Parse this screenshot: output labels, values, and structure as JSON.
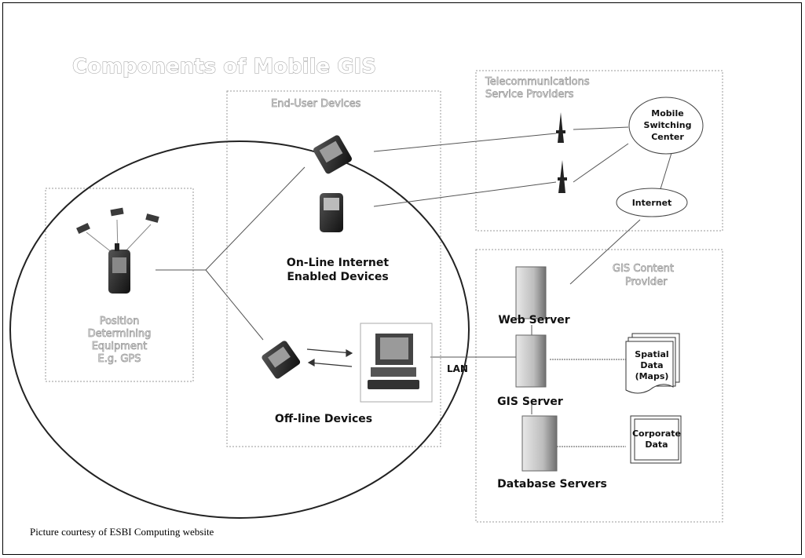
{
  "diagram": {
    "title": "Components of Mobile GIS",
    "groups": {
      "end_user": "End-User Devices",
      "telecom": [
        "Telecommunications",
        "Service Providers"
      ],
      "content": [
        "GIS Content",
        "Provider"
      ],
      "positioning": [
        "Position",
        "Determining",
        "Equipment",
        "E.g. GPS"
      ]
    },
    "labels": {
      "online": [
        "On-Line Internet",
        "Enabled Devices"
      ],
      "offline": "Off-line Devices",
      "mobile_switching": [
        "Mobile",
        "Switching",
        "Center"
      ],
      "internet": "Internet",
      "web_server": "Web Server",
      "gis_server": "GIS Server",
      "database_servers": "Database Servers",
      "spatial_data": [
        "Spatial",
        "Data",
        "(Maps)"
      ],
      "corporate_data": [
        "Corporate",
        "Data"
      ],
      "lan": "LAN"
    }
  },
  "caption": "Picture courtesy of ESBI Computing website"
}
